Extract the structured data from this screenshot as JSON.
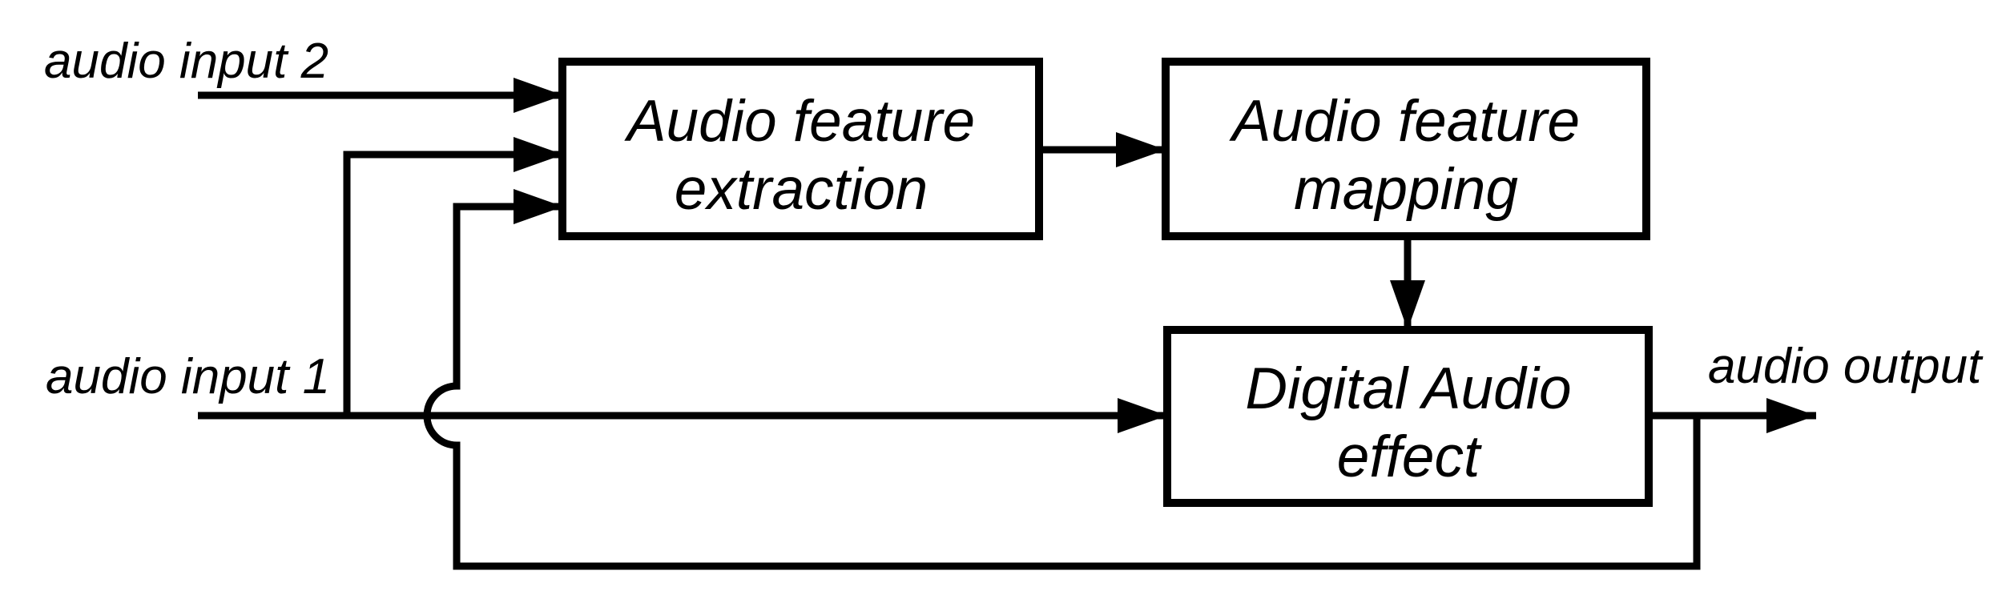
{
  "diagram": {
    "type": "block-diagram",
    "colors": {
      "stroke": "#000000",
      "box_fill": "#ffffff",
      "background": "#ffffff"
    },
    "nodes": [
      {
        "id": "audio-feature-extraction",
        "line1": "Audio feature",
        "line2": "extraction"
      },
      {
        "id": "audio-feature-mapping",
        "line1": "Audio feature",
        "line2": "mapping"
      },
      {
        "id": "digital-audio-effect",
        "line1": "Digital Audio",
        "line2": "effect"
      }
    ],
    "labels": {
      "input2": "audio input 2",
      "input1": "audio input 1",
      "output": "audio output"
    },
    "edges": [
      {
        "from": "audio input 2",
        "to": "Audio feature extraction",
        "style": "arrow"
      },
      {
        "from": "audio input 1",
        "to": "Audio feature extraction",
        "style": "arrow (branch from input 1 line)"
      },
      {
        "from": "audio input 1",
        "to": "Digital Audio effect",
        "style": "arrow"
      },
      {
        "from": "Audio feature extraction",
        "to": "Audio feature mapping",
        "style": "arrow"
      },
      {
        "from": "Audio feature mapping",
        "to": "Digital Audio effect",
        "style": "arrow"
      },
      {
        "from": "Digital Audio effect",
        "to": "audio output",
        "style": "arrow"
      },
      {
        "from": "audio output line",
        "to": "Audio feature extraction",
        "style": "feedback arrow with crossover hop over audio input 1 line"
      }
    ]
  }
}
